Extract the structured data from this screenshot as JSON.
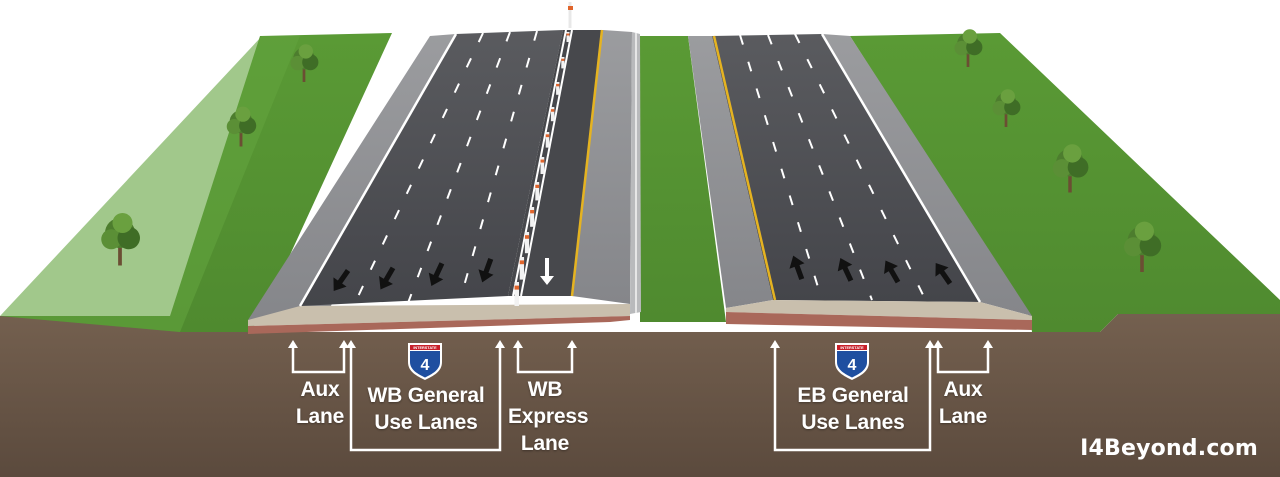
{
  "labels": {
    "aux_lane_west": [
      "Aux",
      "Lane"
    ],
    "wb_general": [
      "WB General",
      "Use Lanes"
    ],
    "wb_express": [
      "WB",
      "Express",
      "Lane"
    ],
    "eb_general": [
      "EB General",
      "Use Lanes"
    ],
    "aux_lane_east": [
      "Aux",
      "Lane"
    ]
  },
  "shields": {
    "header": "INTERSTATE",
    "number": "4"
  },
  "brand": "I4Beyond.com",
  "colors": {
    "grass": "#5f9b3c",
    "soil": "#6b5a4c",
    "asphalt": "#4d4e52",
    "shoulder": "#8c8d90",
    "shield_blue": "#1f4fa0",
    "shield_red": "#c8202a",
    "barrier_orange": "#e0652c"
  }
}
